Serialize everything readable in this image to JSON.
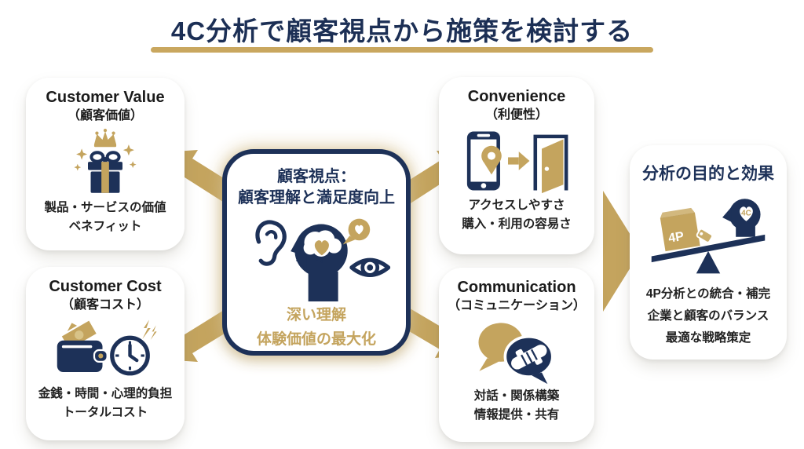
{
  "title": {
    "text": "4C分析で顧客視点から施策を検討する"
  },
  "colors": {
    "navy": "#1d3158",
    "gold": "#c4a45e",
    "text_dark": "#1b1b1b",
    "background": "#ffffff"
  },
  "center_card": {
    "heading_line1": "顧客視点：",
    "heading_line2": "顧客理解と満足度向上",
    "caption_line1": "深い理解",
    "caption_line2": "体験価値の最大化"
  },
  "cards": {
    "customer_value": {
      "title_en": "Customer Value",
      "title_ja": "（顧客価値）",
      "line1": "製品・サービスの価値",
      "line2": "ベネフィット"
    },
    "convenience": {
      "title_en": "Convenience",
      "title_ja": "（利便性）",
      "line1": "アクセスしやすさ",
      "line2": "購入・利用の容易さ"
    },
    "customer_cost": {
      "title_en": "Customer Cost",
      "title_ja": "（顧客コスト）",
      "line1": "金銭・時間・心理的負担",
      "line2": "トータルコスト"
    },
    "communication": {
      "title_en": "Communication",
      "title_ja": "（コミュニケーション）",
      "line1": "対話・関係構築",
      "line2": "情報提供・共有"
    }
  },
  "outcome_card": {
    "title": "分析の目的と効果",
    "line1": "4P分析との統合・補完",
    "line2": "企業と顧客のバランス",
    "line3": "最適な戦略策定",
    "box_label": "4P",
    "head_label": "4C"
  },
  "icons": {
    "customer_value": "gift-with-crown",
    "convenience": "smartphone-pin-and-door",
    "customer_cost": "wallet-and-clock",
    "communication": "speech-bubbles-handshake",
    "center": "ear-head-heart-eye",
    "outcome": "seesaw-4p-box-vs-4c-head"
  }
}
